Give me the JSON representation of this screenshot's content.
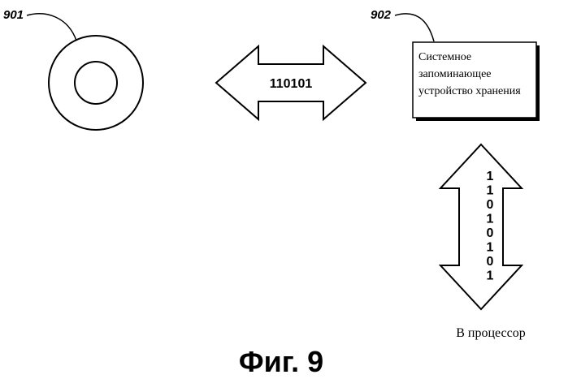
{
  "labels": {
    "disc_ref": "901",
    "storage_ref": "902"
  },
  "storage_box": {
    "line1": "Системное",
    "line2": "запоминающее",
    "line3": "устройство хранения"
  },
  "horizontal_arrow": {
    "bits": "110101"
  },
  "vertical_arrow": {
    "bits": [
      "1",
      "1",
      "0",
      "1",
      "0",
      "1",
      "0",
      "1"
    ]
  },
  "to_processor_label": "В процессор",
  "figure_caption": "Фиг. 9"
}
